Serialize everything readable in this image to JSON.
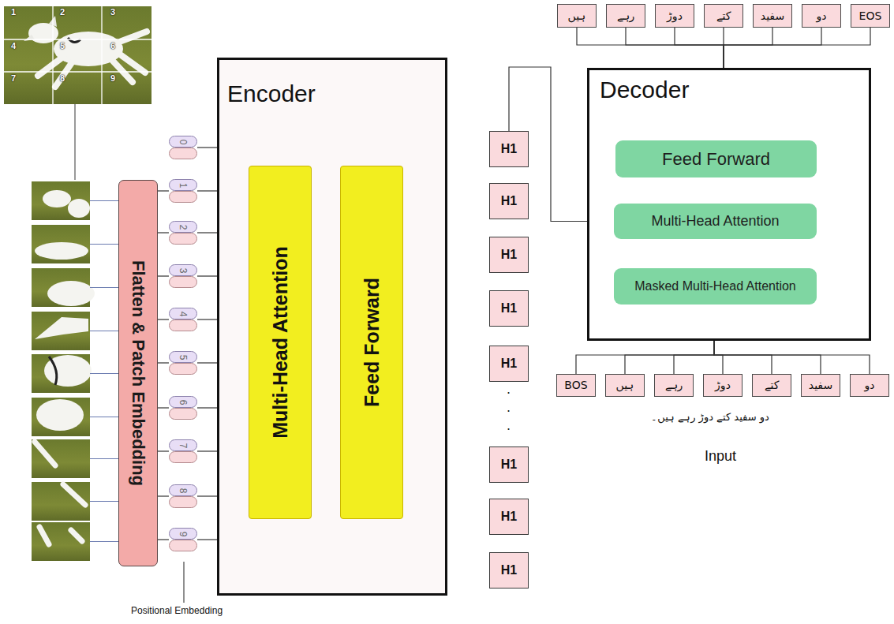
{
  "diagram": {
    "nodes": [
      {
        "text": [
          "Flatten & Patch Embedding"
        ]
      },
      {
        "text": [
          "0"
        ]
      },
      {
        "text": [
          "1"
        ]
      },
      {
        "text": [
          "2"
        ]
      },
      {
        "text": [
          "3"
        ]
      },
      {
        "text": [
          "4"
        ]
      },
      {
        "text": [
          "5"
        ]
      },
      {
        "text": [
          "6"
        ]
      },
      {
        "text": [
          "7"
        ]
      },
      {
        "text": [
          "8"
        ]
      },
      {
        "text": [
          "9"
        ]
      },
      {
        "text": [
          "Encoder"
        ]
      },
      {
        "text": [
          "Multi-Head Attention"
        ],
        "in": 11
      },
      {
        "text": [
          "Feed Forward"
        ],
        "in": 11
      },
      {
        "text": [
          "H1"
        ]
      },
      {
        "text": [
          "H1"
        ]
      },
      {
        "text": [
          "H1"
        ]
      },
      {
        "text": [
          "H1"
        ]
      },
      {
        "text": [
          "H1"
        ]
      },
      {
        "text": [
          "H1"
        ]
      },
      {
        "text": [
          "H1"
        ]
      },
      {
        "text": [
          "H1"
        ]
      },
      {
        "text": [
          "Decoder"
        ]
      },
      {
        "text": [
          "Feed Forward"
        ],
        "in": 22
      },
      {
        "text": [
          "Multi-Head Attention"
        ],
        "in": 22
      },
      {
        "text": [
          "Masked Multi-Head Attention"
        ],
        "in": 22
      },
      {
        "text": [
          "ہیں"
        ]
      },
      {
        "text": [
          "رہے"
        ]
      },
      {
        "text": [
          "دوڑ"
        ]
      },
      {
        "text": [
          "کتے"
        ]
      },
      {
        "text": [
          "سفید"
        ]
      },
      {
        "text": [
          "دو"
        ]
      },
      {
        "text": [
          "EOS"
        ]
      },
      {
        "text": [
          "BOS"
        ]
      },
      {
        "text": [
          "ہیں"
        ]
      },
      {
        "text": [
          "رہے"
        ]
      },
      {
        "text": [
          "دوڑ"
        ]
      },
      {
        "text": [
          "کتے"
        ]
      },
      {
        "text": [
          "سفید"
        ]
      },
      {
        "text": [
          "دو"
        ]
      }
    ],
    "edges": [
      {
        "from": 0,
        "to": 2,
        "arrow": "none"
      },
      {
        "from": 0,
        "to": 3,
        "arrow": "none"
      },
      {
        "from": 0,
        "to": 4,
        "arrow": "none"
      },
      {
        "from": 0,
        "to": 5,
        "arrow": "none"
      },
      {
        "from": 0,
        "to": 6,
        "arrow": "none"
      },
      {
        "from": 0,
        "to": 7,
        "arrow": "none"
      },
      {
        "from": 0,
        "to": 8,
        "arrow": "none"
      },
      {
        "from": 0,
        "to": 9,
        "arrow": "none"
      },
      {
        "from": 0,
        "to": 10,
        "arrow": "none"
      },
      {
        "from": 1,
        "to": 11,
        "arrow": "none"
      },
      {
        "from": 2,
        "to": 11,
        "arrow": "none"
      },
      {
        "from": 3,
        "to": 11,
        "arrow": "none"
      },
      {
        "from": 4,
        "to": 11,
        "arrow": "none"
      },
      {
        "from": 5,
        "to": 11,
        "arrow": "none"
      },
      {
        "from": 6,
        "to": 11,
        "arrow": "none"
      },
      {
        "from": 7,
        "to": 11,
        "arrow": "none"
      },
      {
        "from": 8,
        "to": 11,
        "arrow": "none"
      },
      {
        "from": 9,
        "to": 11,
        "arrow": "none"
      },
      {
        "from": 10,
        "to": 11,
        "arrow": "none"
      },
      {
        "from": 14,
        "to": 24,
        "arrow": "none"
      },
      {
        "from": 22,
        "to": 26,
        "arrow": "none"
      },
      {
        "from": 22,
        "to": 27,
        "arrow": "none"
      },
      {
        "from": 22,
        "to": 28,
        "arrow": "none"
      },
      {
        "from": 22,
        "to": 29,
        "arrow": "none"
      },
      {
        "from": 22,
        "to": 30,
        "arrow": "none"
      },
      {
        "from": 22,
        "to": 31,
        "arrow": "none"
      },
      {
        "from": 22,
        "to": 32,
        "arrow": "none"
      },
      {
        "from": 33,
        "to": 22,
        "arrow": "none"
      },
      {
        "from": 34,
        "to": 22,
        "arrow": "none"
      },
      {
        "from": 35,
        "to": 22,
        "arrow": "none"
      },
      {
        "from": 36,
        "to": 22,
        "arrow": "none"
      },
      {
        "from": 37,
        "to": 22,
        "arrow": "none"
      },
      {
        "from": 38,
        "to": 22,
        "arrow": "none"
      },
      {
        "from": 39,
        "to": 22,
        "arrow": "none"
      }
    ],
    "labels": [
      "1",
      "2",
      "3",
      "4",
      "5",
      "6",
      "7",
      "8",
      "9",
      "Positional Embedding",
      ".",
      ".",
      ".",
      "دو سفید کتے دوڑ رہے ہیں۔",
      "Input"
    ]
  }
}
